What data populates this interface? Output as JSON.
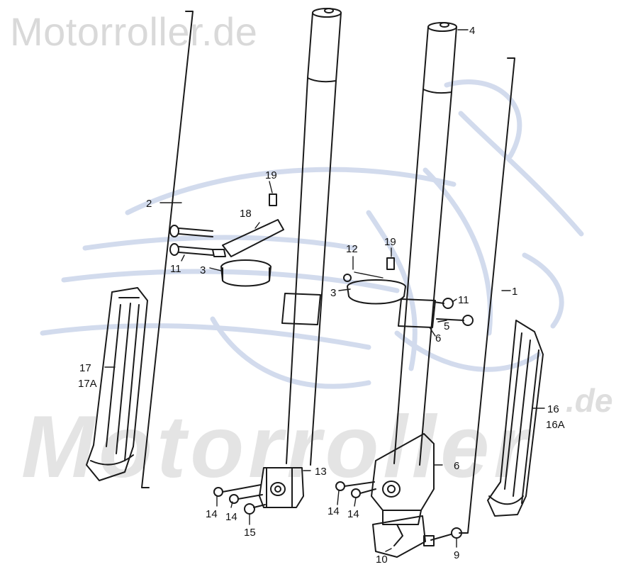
{
  "watermark": {
    "top_text": "Motorroller.de",
    "big_text": "Motorroller",
    "suffix": ".de",
    "logo": "scooter-logo-icon"
  },
  "callouts": {
    "c1": "1",
    "c2": "2",
    "c3a": "3",
    "c3b": "3",
    "c4": "4",
    "c5": "5",
    "c6a": "6",
    "c6b": "6",
    "c9": "9",
    "c10": "10",
    "c11a": "11",
    "c11b": "11",
    "c12": "12",
    "c13": "13",
    "c14a": "14",
    "c14b": "14",
    "c14c": "14",
    "c14d": "14",
    "c15": "15",
    "c16": "16",
    "c16a": "16A",
    "c17": "17",
    "c17a": "17A",
    "c18": "18",
    "c19a": "19",
    "c19b": "19"
  },
  "colors": {
    "line": "#1a1a1a",
    "watermark": "#dcdcdc",
    "logo_blue": "#c9d3e8"
  }
}
